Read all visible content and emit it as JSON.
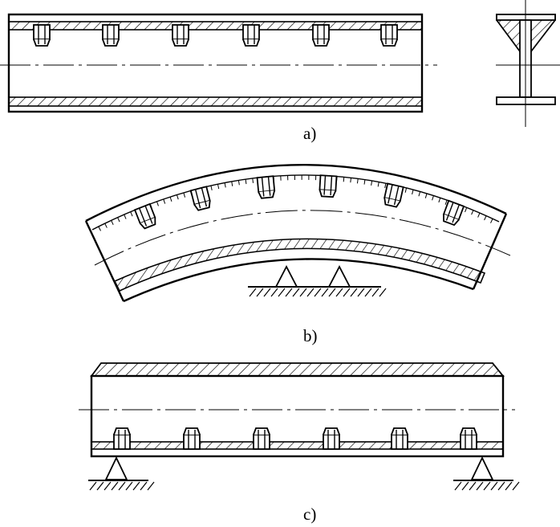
{
  "figure": {
    "labels": {
      "a": "a)",
      "b": "b)",
      "c": "c)"
    }
  }
}
